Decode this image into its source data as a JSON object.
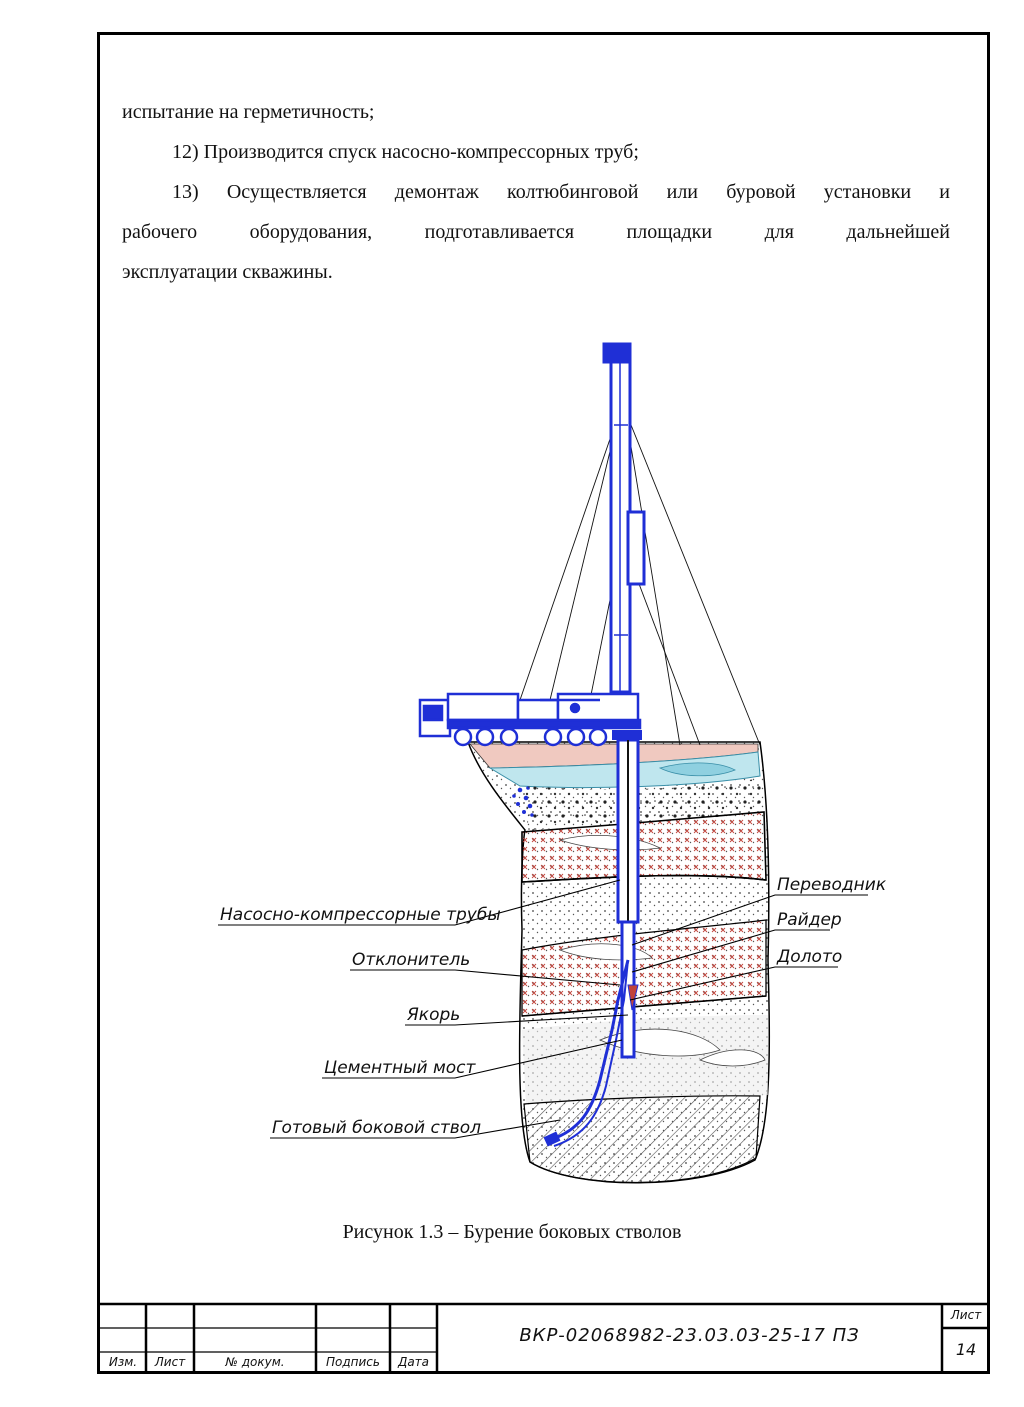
{
  "paragraphs": [
    "испытание на герметичность;",
    "12) Производится спуск насосно-компрессорных труб;",
    "13) Осуществляется демонтаж колтюбинговой или буровой установки и",
    "рабочего оборудования, подготавливается площадки для дальнейшей",
    "эксплуатации скважины."
  ],
  "figure": {
    "labels_left": [
      "Насосно-компрессорные трубы",
      "Отклонитель",
      "Якорь",
      "Цементный мост",
      "Готовый боковой ствол"
    ],
    "labels_right": [
      "Переводник",
      "Райдер",
      "Долото"
    ],
    "caption": "Рисунок 1.3 – Бурение боковых стволов",
    "colors": {
      "rig": "#1f2fd6",
      "soil_red": "#c0443b",
      "water": "#6fc4d8",
      "line": "#000000"
    }
  },
  "title_block": {
    "columns": [
      "Изм.",
      "Лист",
      "№ докум.",
      "Подпись",
      "Дата"
    ],
    "document_code": "ВКР-02068982-23.03.03-25-17 ПЗ",
    "sheet_label": "Лист",
    "sheet_number": "14"
  }
}
